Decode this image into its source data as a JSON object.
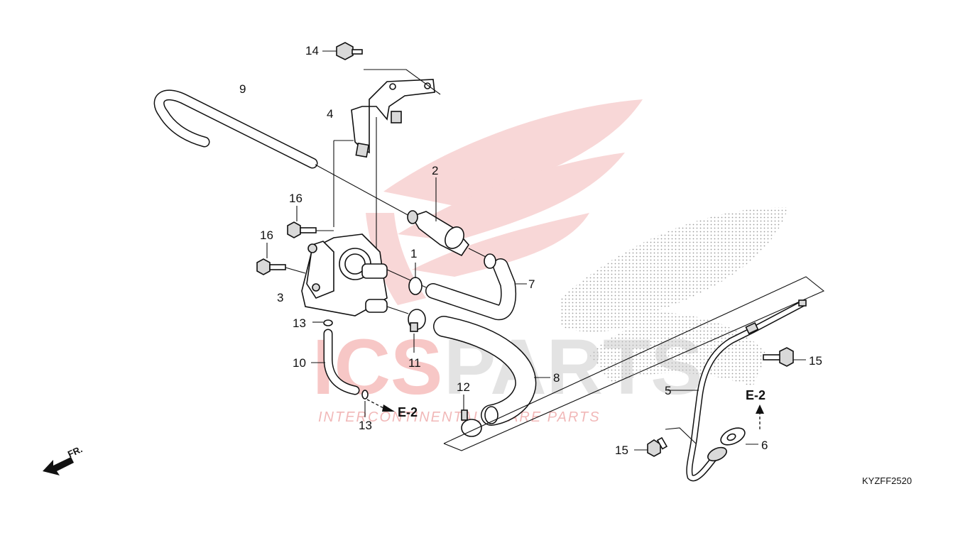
{
  "watermark": {
    "brand_left": "ICS",
    "brand_right": "PARTS",
    "tagline": "INTERCONTINENTAL SPARE PARTS",
    "brand_color": "#e53935",
    "logo_color": "#f3b7b7"
  },
  "callouts": {
    "p1": "1",
    "p2": "2",
    "p3": "3",
    "p4": "4",
    "p5": "5",
    "p6": "6",
    "p7": "7",
    "p8": "8",
    "p9": "9",
    "p10": "10",
    "p11": "11",
    "p12": "12",
    "p13a": "13",
    "p13b": "13",
    "p14": "14",
    "p15a": "15",
    "p15b": "15",
    "p16a": "16",
    "p16b": "16"
  },
  "references": {
    "e2_left": "E-2",
    "e2_right": "E-2"
  },
  "direction": {
    "front_label": "FR."
  },
  "diagram_code": "KYZFF2520",
  "icons": {
    "front_arrow": "front-arrow-icon",
    "reference_arrow": "arrow-icon"
  }
}
